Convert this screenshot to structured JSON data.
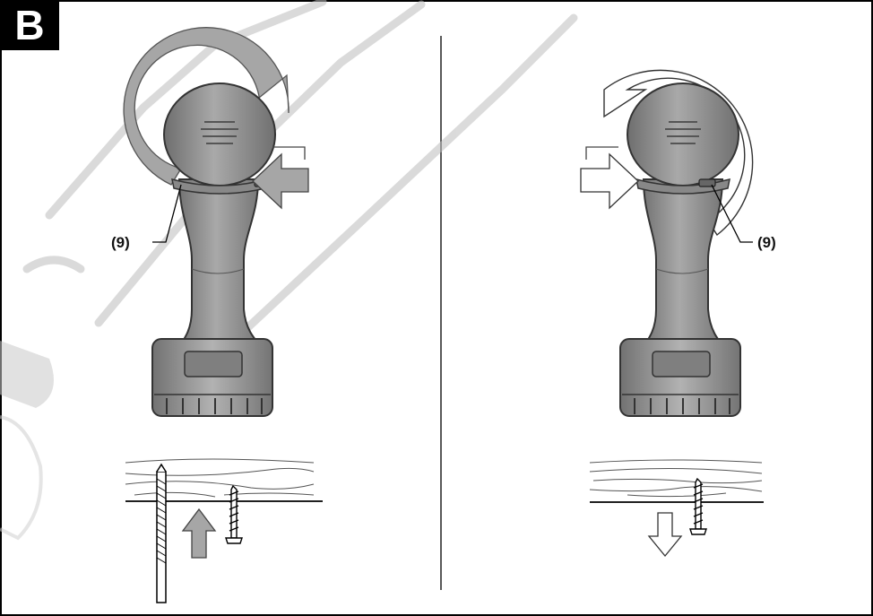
{
  "figure": {
    "label": "B",
    "left_panel": {
      "reference": "(9)"
    },
    "right_panel": {
      "reference": "(9)"
    }
  },
  "colors": {
    "arrow_fill": "#a6a6a6",
    "drill_body": "#9b9b9b",
    "outline": "#222222",
    "watermark": "#bdbdbd"
  }
}
